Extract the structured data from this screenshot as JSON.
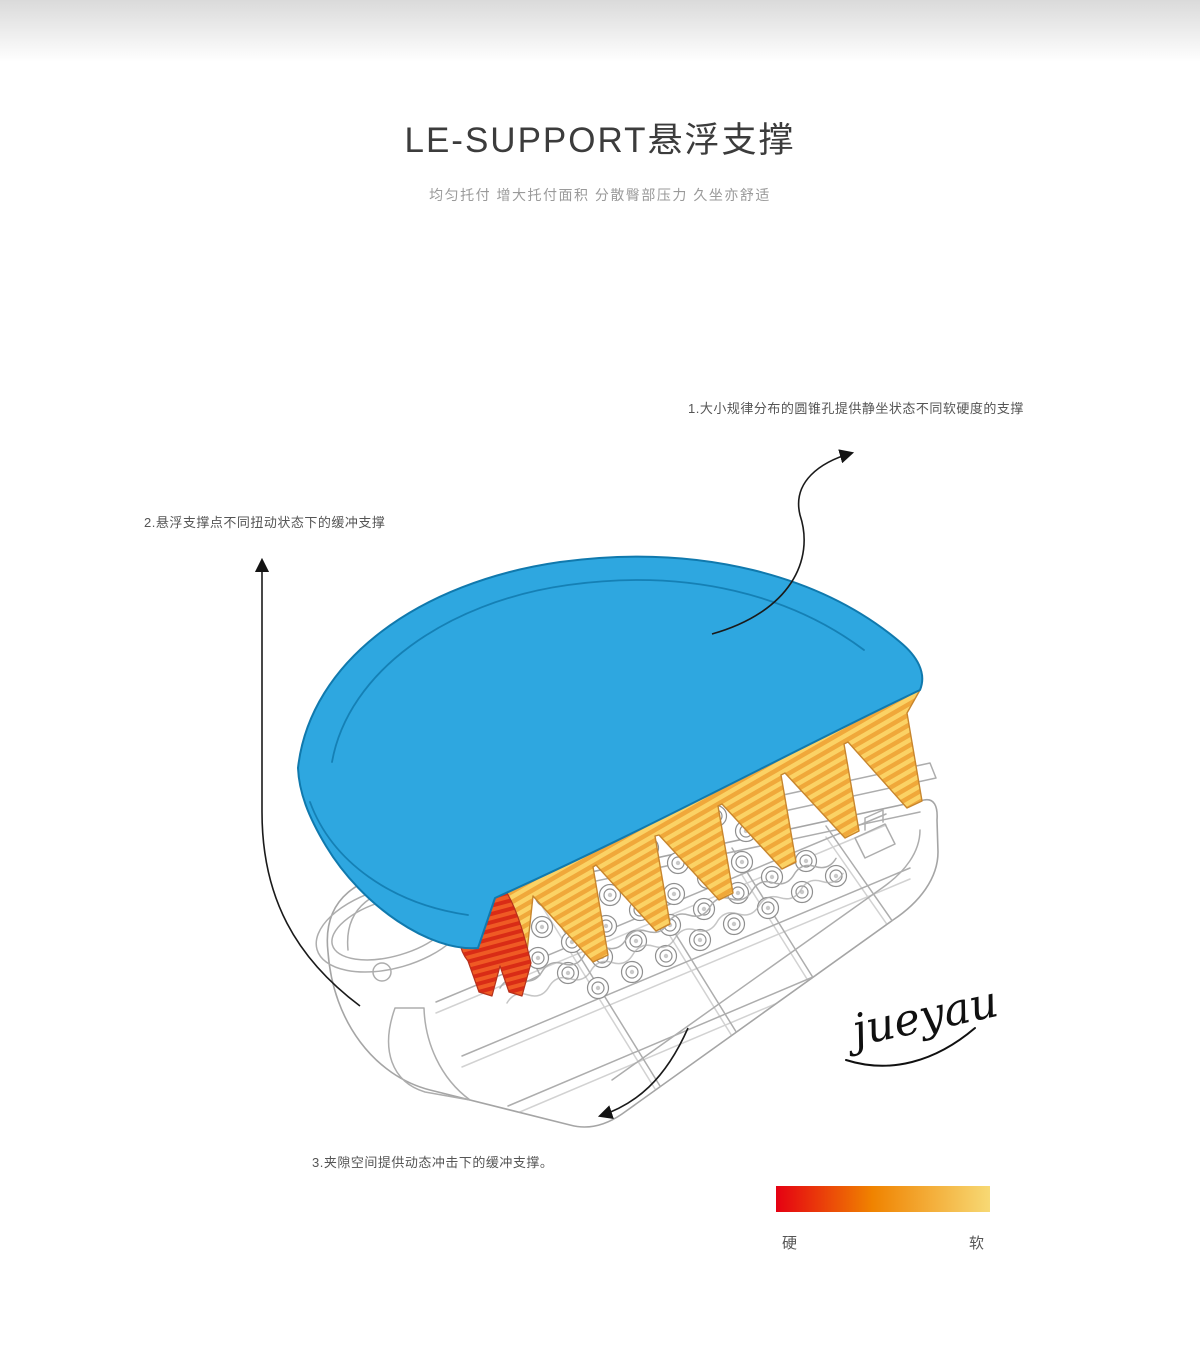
{
  "header": {
    "title": "LE-SUPPORT悬浮支撑",
    "subtitle": "均匀托付 增大托付面积 分散臀部压力 久坐亦舒适"
  },
  "annotations": {
    "note1": "1.大小规律分布的圆锥孔提供静坐状态不同软硬度的支撑",
    "note2": "2.悬浮支撑点不同扭动状态下的缓冲支撑",
    "note3": "3.夹隙空间提供动态冲击下的缓冲支撑。"
  },
  "legend": {
    "hard_label": "硬",
    "soft_label": "软",
    "gradient_colors": [
      "#e50012",
      "#f08300",
      "#f7d974"
    ]
  },
  "illustration": {
    "signature": "jueyau",
    "colors": {
      "cushion_blue": "#2ea7e0",
      "support_soft_orange": "#f5b03a",
      "support_hard_red": "#e2361b",
      "wireframe_gray": "#a8a8a8"
    }
  }
}
